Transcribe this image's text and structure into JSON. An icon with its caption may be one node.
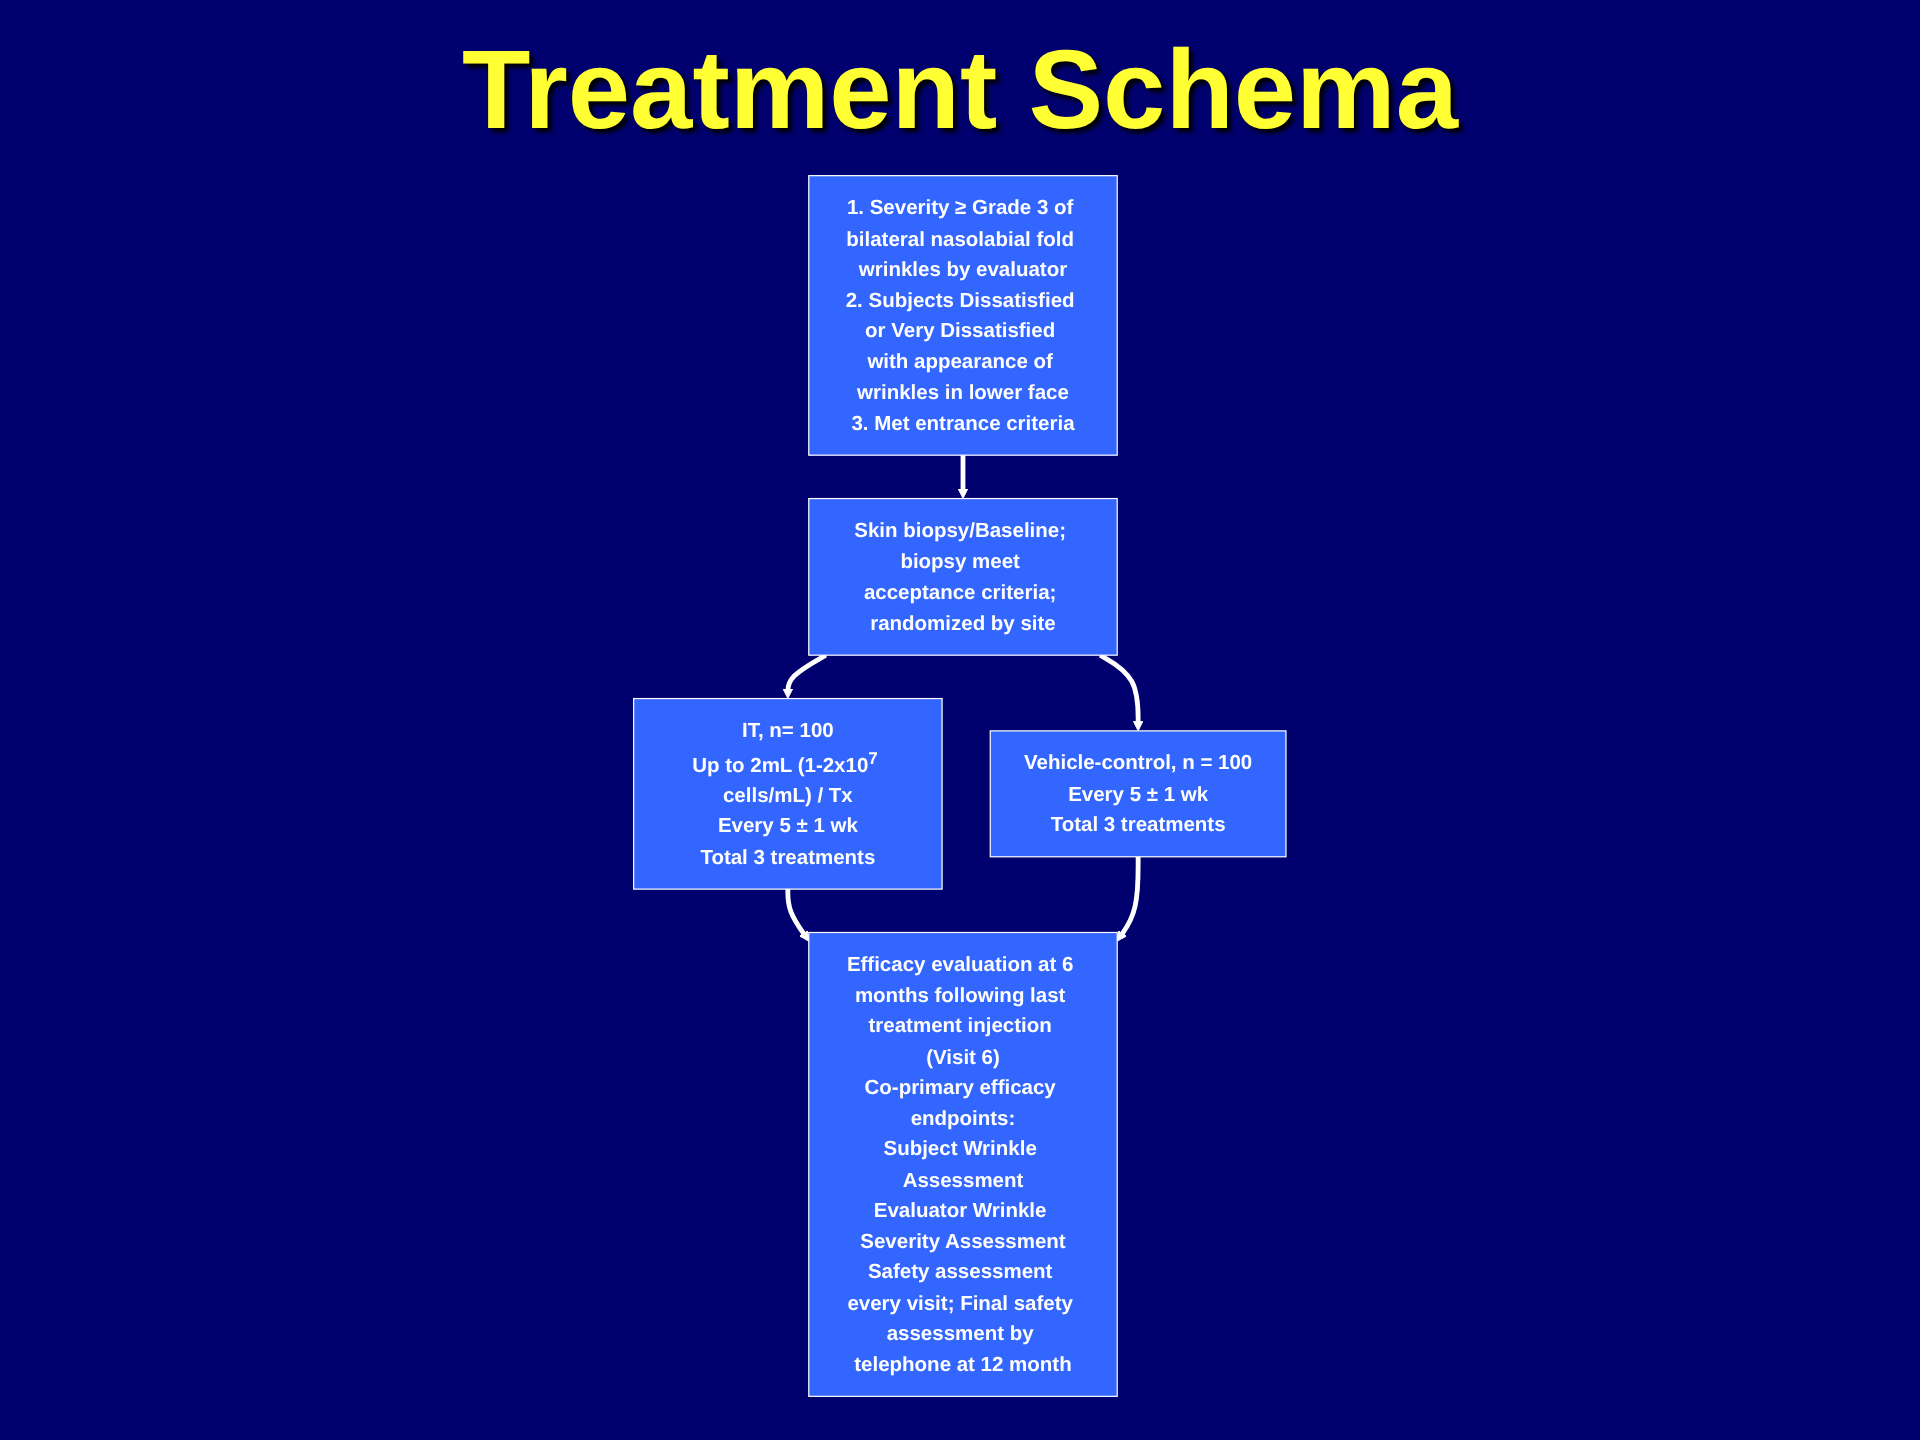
{
  "diagram": {
    "title": "Treatment Schema",
    "nodes": [
      {
        "text": [
          "1. Severity ≥ Grade 3 of bilateral nasolabial fold wrinkles by evaluator",
          "2. Subjects Dissatisfied or Very Dissatisfied with appearance of wrinkles in lower face",
          "3. Met entrance criteria"
        ]
      },
      {
        "text": [
          "Skin biopsy/Baseline; biopsy meet acceptance criteria; randomized by site"
        ]
      },
      {
        "text": [
          "IT, n= 100",
          "Up to 2mL (1-2x10$^{7}$ cells/mL) / Tx",
          "Every 5 ± 1 wk",
          "Total 3 treatments"
        ]
      },
      {
        "text": [
          "Vehicle-control, n = 100",
          "Every 5 ± 1 wk",
          "Total 3 treatments"
        ]
      },
      {
        "text": [
          "Efficacy evaluation at 6 months following last treatment injection (Visit 6)",
          "Co-primary efficacy endpoints:",
          "Subject Wrinkle Assessment",
          "Evaluator Wrinkle Severity Assessment",
          "Safety assessment every visit; Final safety assessment by telephone at 12 month"
        ]
      }
    ],
    "edges": [
      {
        "from": 0,
        "to": 1,
        "arrow": "to"
      },
      {
        "from": 1,
        "to": 2,
        "arrow": "to"
      },
      {
        "from": 1,
        "to": 3,
        "arrow": "to"
      },
      {
        "from": 2,
        "to": 4,
        "arrow": "to"
      },
      {
        "from": 3,
        "to": 4,
        "arrow": "to"
      }
    ]
  }
}
